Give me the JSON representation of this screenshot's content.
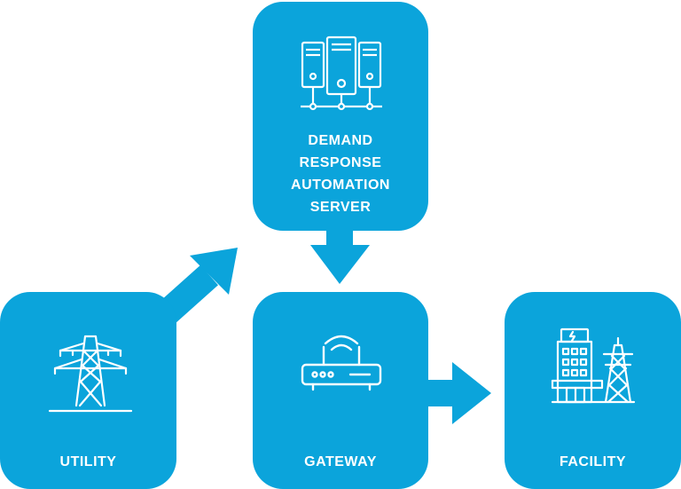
{
  "colors": {
    "box": "#0BA4DB",
    "icon_stroke": "#ffffff"
  },
  "nodes": {
    "server": {
      "label_lines": [
        "DEMAND",
        "RESPONSE",
        "AUTOMATION",
        "SERVER"
      ],
      "icon": "server-rack-icon"
    },
    "utility": {
      "label": "UTILITY",
      "icon": "power-tower-icon"
    },
    "gateway": {
      "label": "GATEWAY",
      "icon": "wifi-router-icon"
    },
    "facility": {
      "label": "FACILITY",
      "icon": "facility-building-icon"
    }
  },
  "edges": [
    {
      "from": "utility",
      "to": "server"
    },
    {
      "from": "server",
      "to": "gateway"
    },
    {
      "from": "gateway",
      "to": "facility"
    }
  ]
}
